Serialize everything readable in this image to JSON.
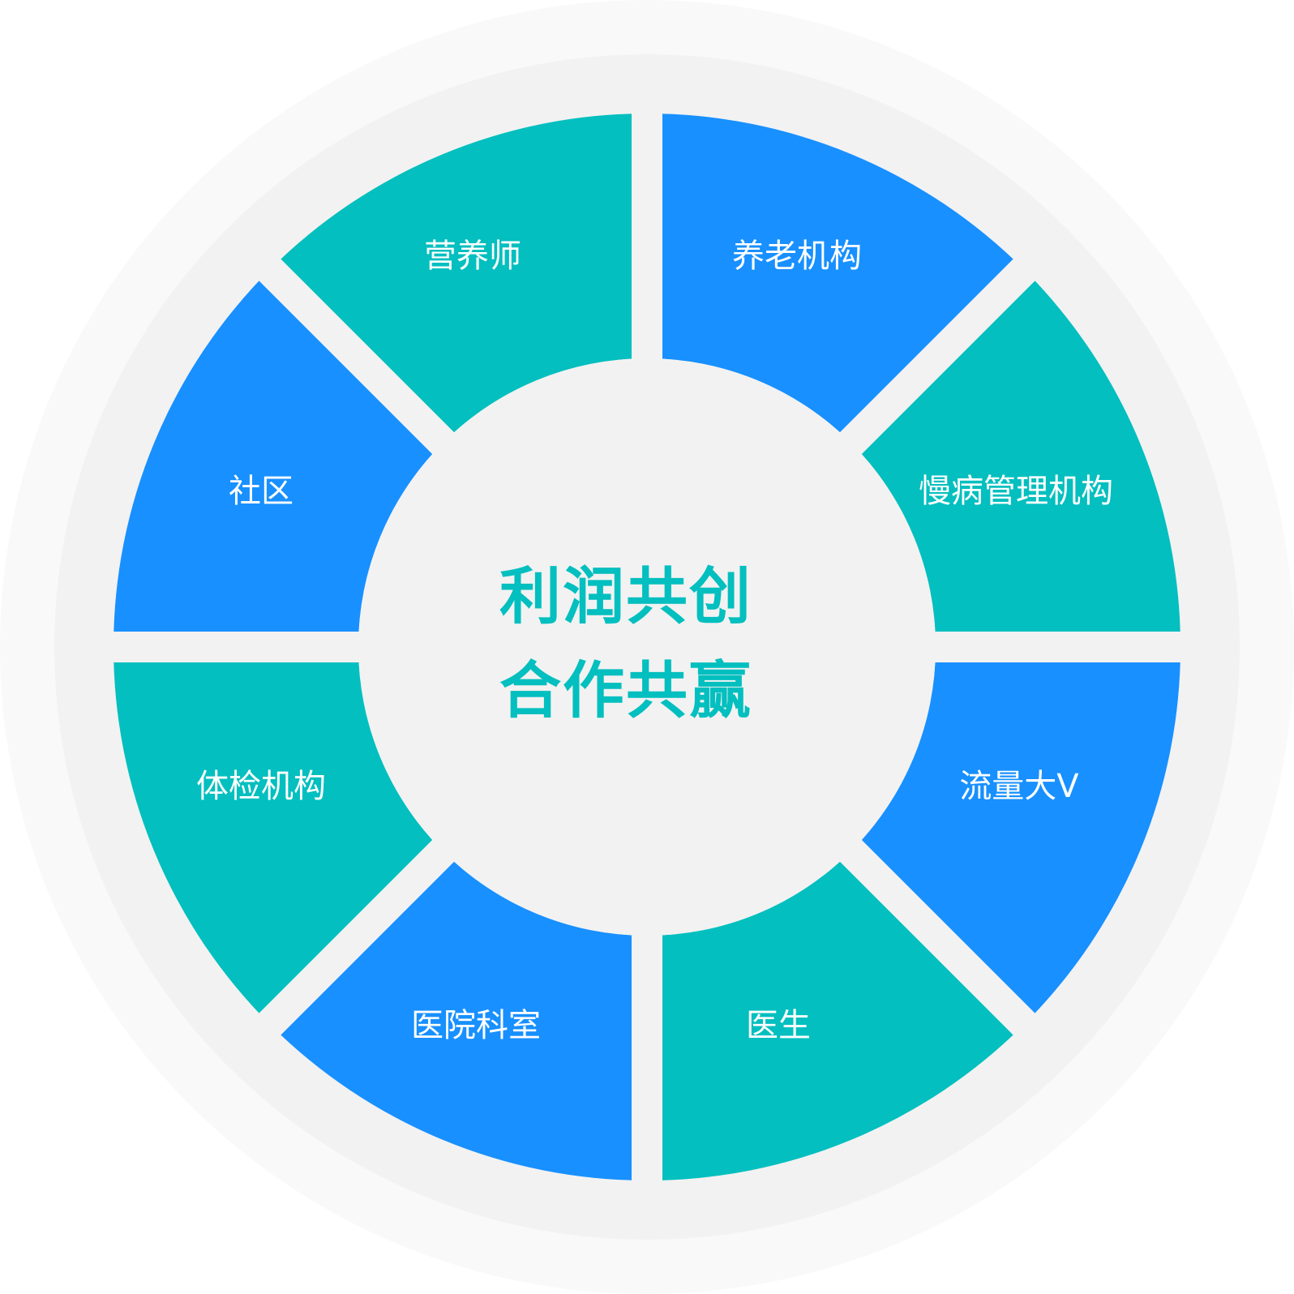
{
  "colors": {
    "teal": "#04BFBF",
    "blue": "#1890FF",
    "ring_outer": "#F9F9F9",
    "ring_inner": "#F2F2F2",
    "label": "#FFFFFF"
  },
  "center": {
    "line1": "利润共创",
    "line2": "合作共赢"
  },
  "segments": [
    {
      "label": "养老机构",
      "color": "blue"
    },
    {
      "label": "慢病管理机构",
      "color": "teal"
    },
    {
      "label": "流量大V",
      "color": "blue"
    },
    {
      "label": "医生",
      "color": "teal"
    },
    {
      "label": "医院科室",
      "color": "blue"
    },
    {
      "label": "体检机构",
      "color": "teal"
    },
    {
      "label": "社区",
      "color": "blue"
    },
    {
      "label": "营养师",
      "color": "teal"
    }
  ]
}
